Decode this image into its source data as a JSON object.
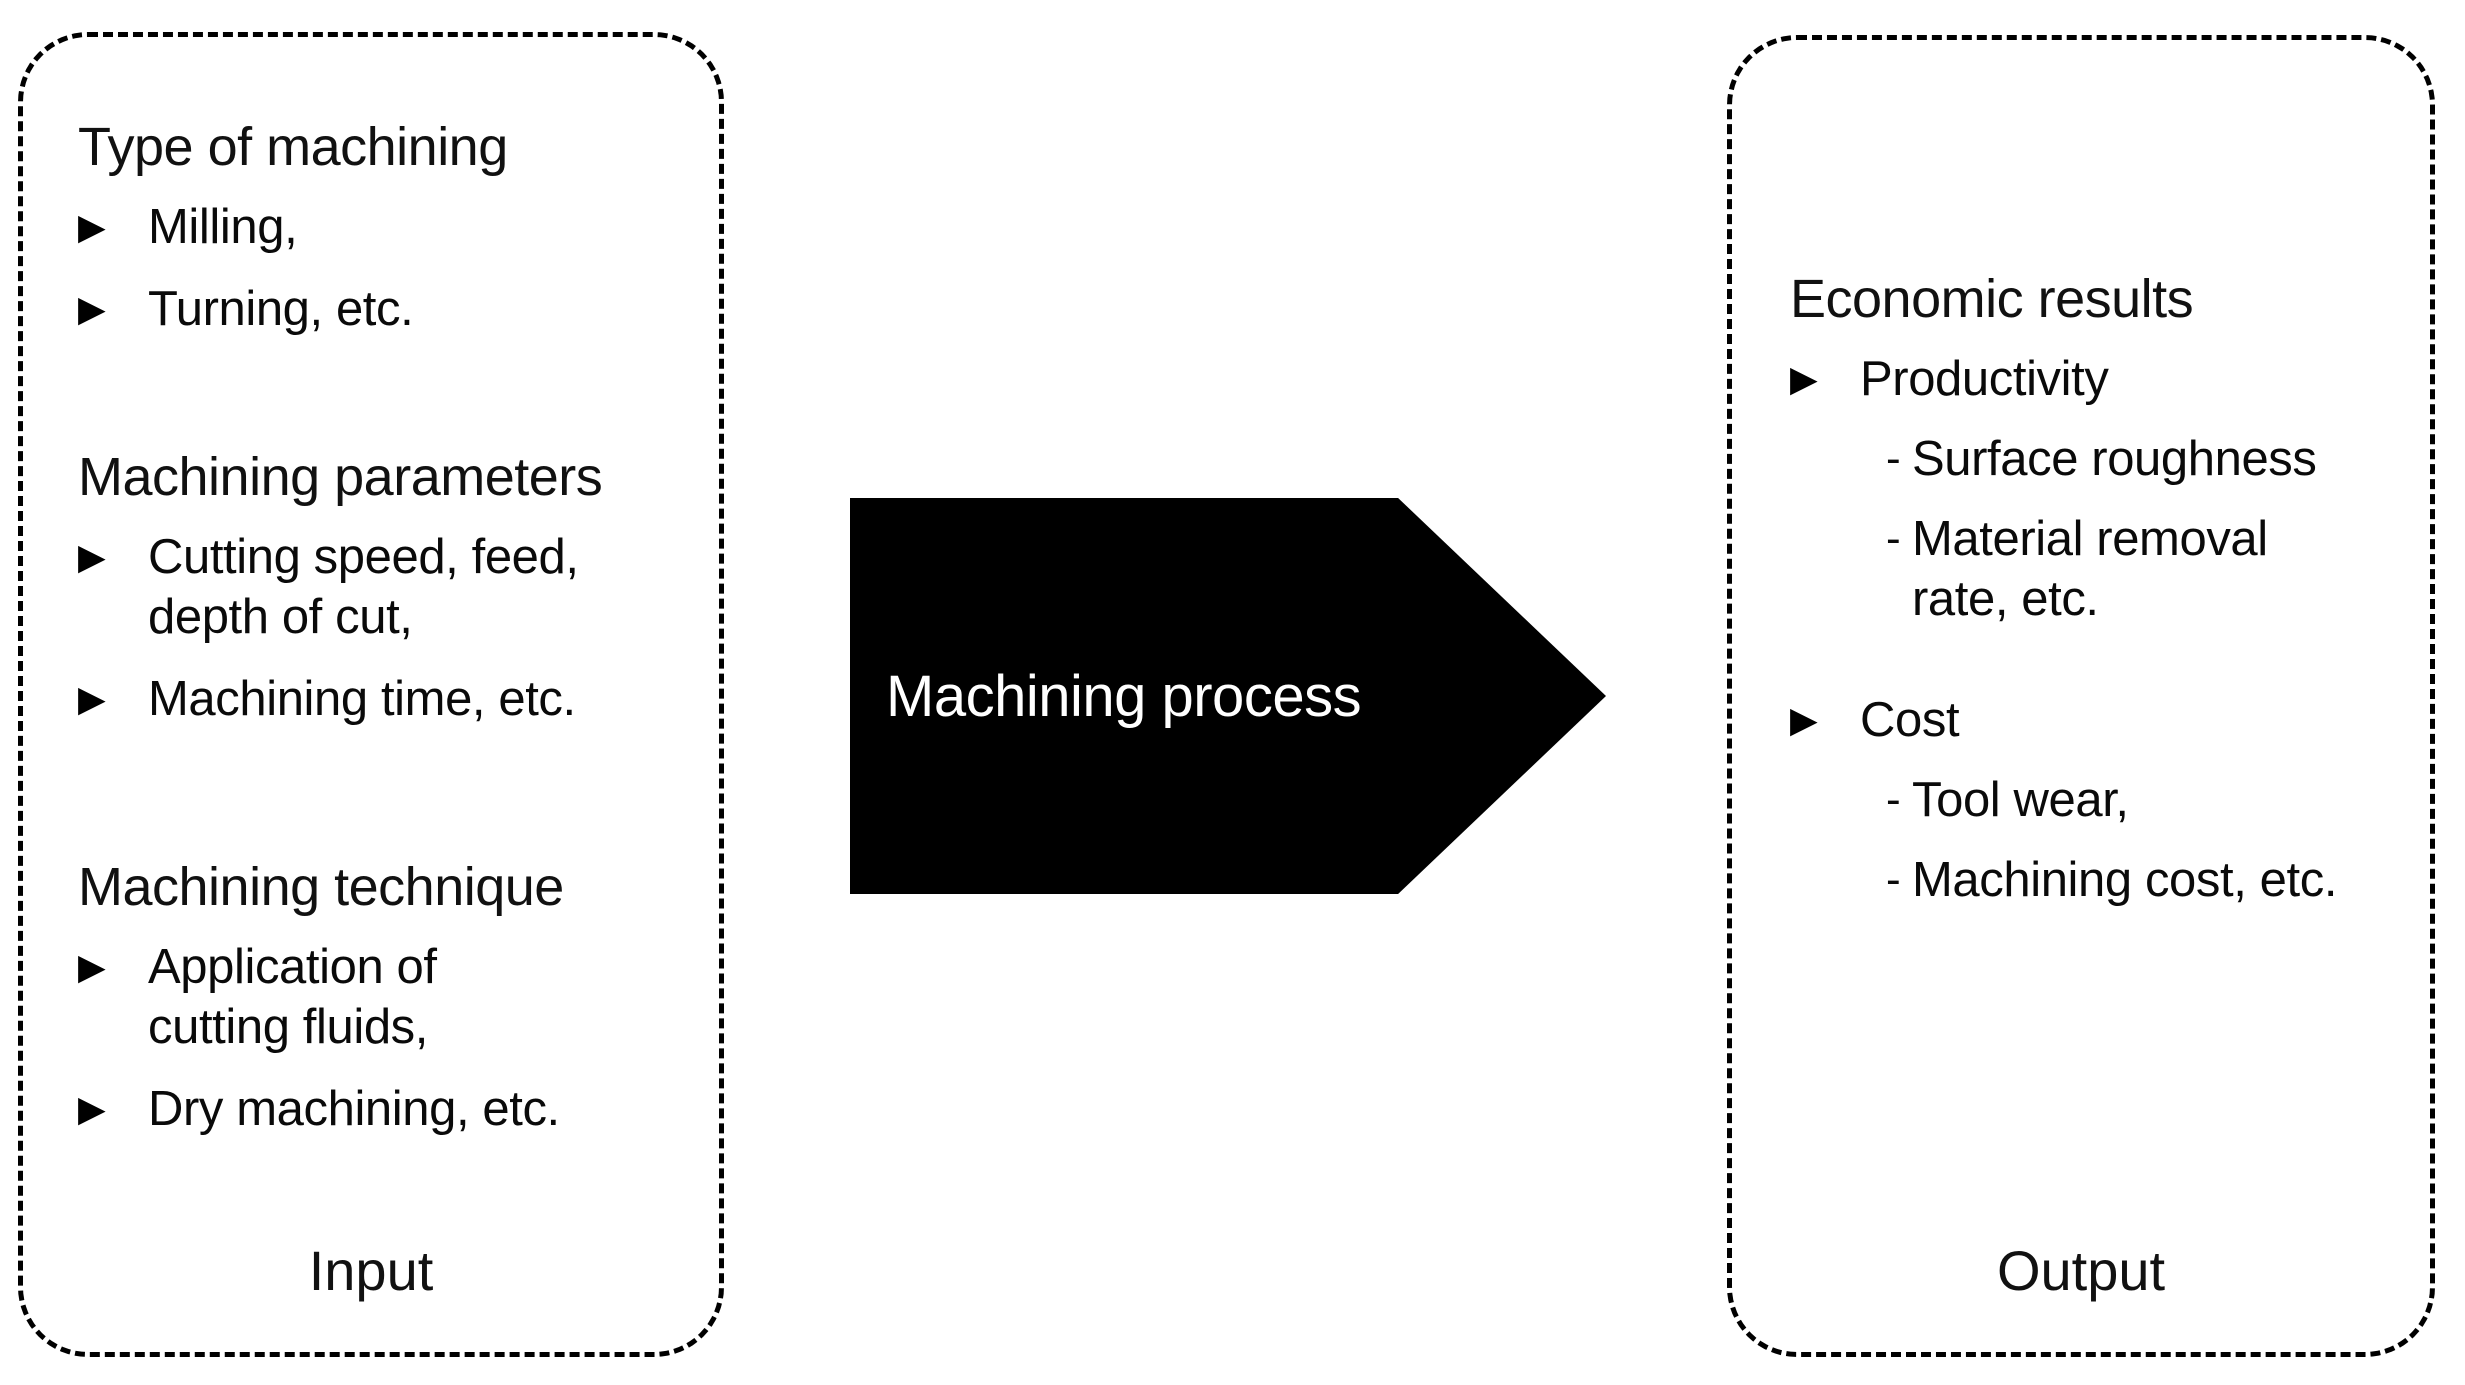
{
  "diagram": {
    "title_implicit": "Machining process input-output diagram",
    "input_panel": {
      "caption": "Input",
      "groups": [
        {
          "heading": "Type of machining",
          "items": [
            {
              "marker": "▶",
              "text": "Milling,"
            },
            {
              "marker": "▶",
              "text": "Turning, etc."
            }
          ]
        },
        {
          "heading": "Machining parameters",
          "items": [
            {
              "marker": "▶",
              "text": "Cutting speed, feed,\ndepth of cut,"
            },
            {
              "marker": "▶",
              "text": "Machining time, etc."
            }
          ]
        },
        {
          "heading": "Machining technique",
          "items": [
            {
              "marker": "▶",
              "text": "Application of\ncutting fluids,"
            },
            {
              "marker": "▶",
              "text": "Dry machining, etc."
            }
          ]
        }
      ]
    },
    "process_arrow": {
      "label": "Machining process",
      "fill_color": "#000000",
      "text_color": "#ffffff"
    },
    "output_panel": {
      "caption": "Output",
      "groups": [
        {
          "heading": "Economic results",
          "items": [
            {
              "marker": "▶",
              "text": "Productivity",
              "subitems": [
                {
                  "marker": "-",
                  "text": "Surface roughness"
                },
                {
                  "marker": "-",
                  "text": "Material removal\nrate, etc."
                }
              ]
            },
            {
              "marker": "▶",
              "text": "Cost",
              "subitems": [
                {
                  "marker": "-",
                  "text": "Tool wear,"
                },
                {
                  "marker": "-",
                  "text": "Machining cost, etc."
                }
              ]
            }
          ]
        }
      ]
    },
    "style": {
      "panel_border_color": "#000000",
      "background_color": "#ffffff",
      "text_color": "#111111"
    }
  }
}
